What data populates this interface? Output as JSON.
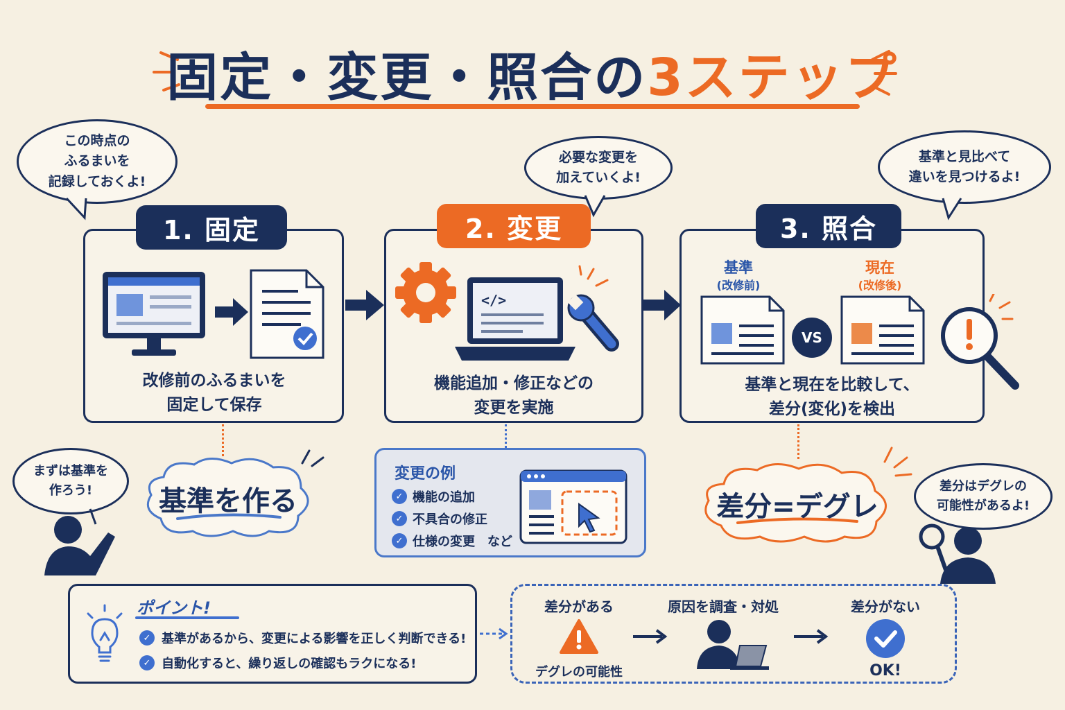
{
  "title": {
    "main": "固定・変更・照合の",
    "accent": "3ステップ"
  },
  "bubbles": {
    "step1": "この時点の\nふるまいを\n記録しておくよ!",
    "step2": "必要な変更を\n加えていくよ!",
    "step3": "基準と見比べて\n違いを見つけるよ!",
    "left_person": "まずは基準を\n作ろう!",
    "right_person": "差分はデグレの\n可能性があるよ!"
  },
  "steps": [
    {
      "label": "1. 固定",
      "text": "改修前のふるまいを\n固定して保存"
    },
    {
      "label": "2. 変更",
      "text": "機能追加・修正などの\n変更を実施"
    },
    {
      "label": "3. 照合",
      "text": "基準と現在を比較して、\n差分(変化)を検出"
    }
  ],
  "step2_icon": {
    "code": "</>"
  },
  "compare": {
    "left_label": "基準",
    "left_sub": "(改修前)",
    "right_label": "現在",
    "right_sub": "(改修後)",
    "vs": "VS"
  },
  "clouds": {
    "left": "基準を作る",
    "right": "差分=デグレ"
  },
  "examples": {
    "title": "変更の例",
    "items": [
      "機能の追加",
      "不具合の修正",
      "仕様の変更　など"
    ]
  },
  "point": {
    "title": "ポイント!",
    "items": [
      "基準があるから、変更による影響を正しく判断できる!",
      "自動化すると、繰り返しの確認もラクになる!"
    ]
  },
  "flow": {
    "step1_title": "差分がある",
    "step1_caption": "デグレの可能性",
    "step2_title": "原因を調査・対処",
    "step3_title": "差分がない",
    "step3_caption": "OK!"
  },
  "colors": {
    "navy": "#1b2f5a",
    "orange": "#ec6a24",
    "blue": "#3f6fcf",
    "background": "#f6f0e2"
  }
}
